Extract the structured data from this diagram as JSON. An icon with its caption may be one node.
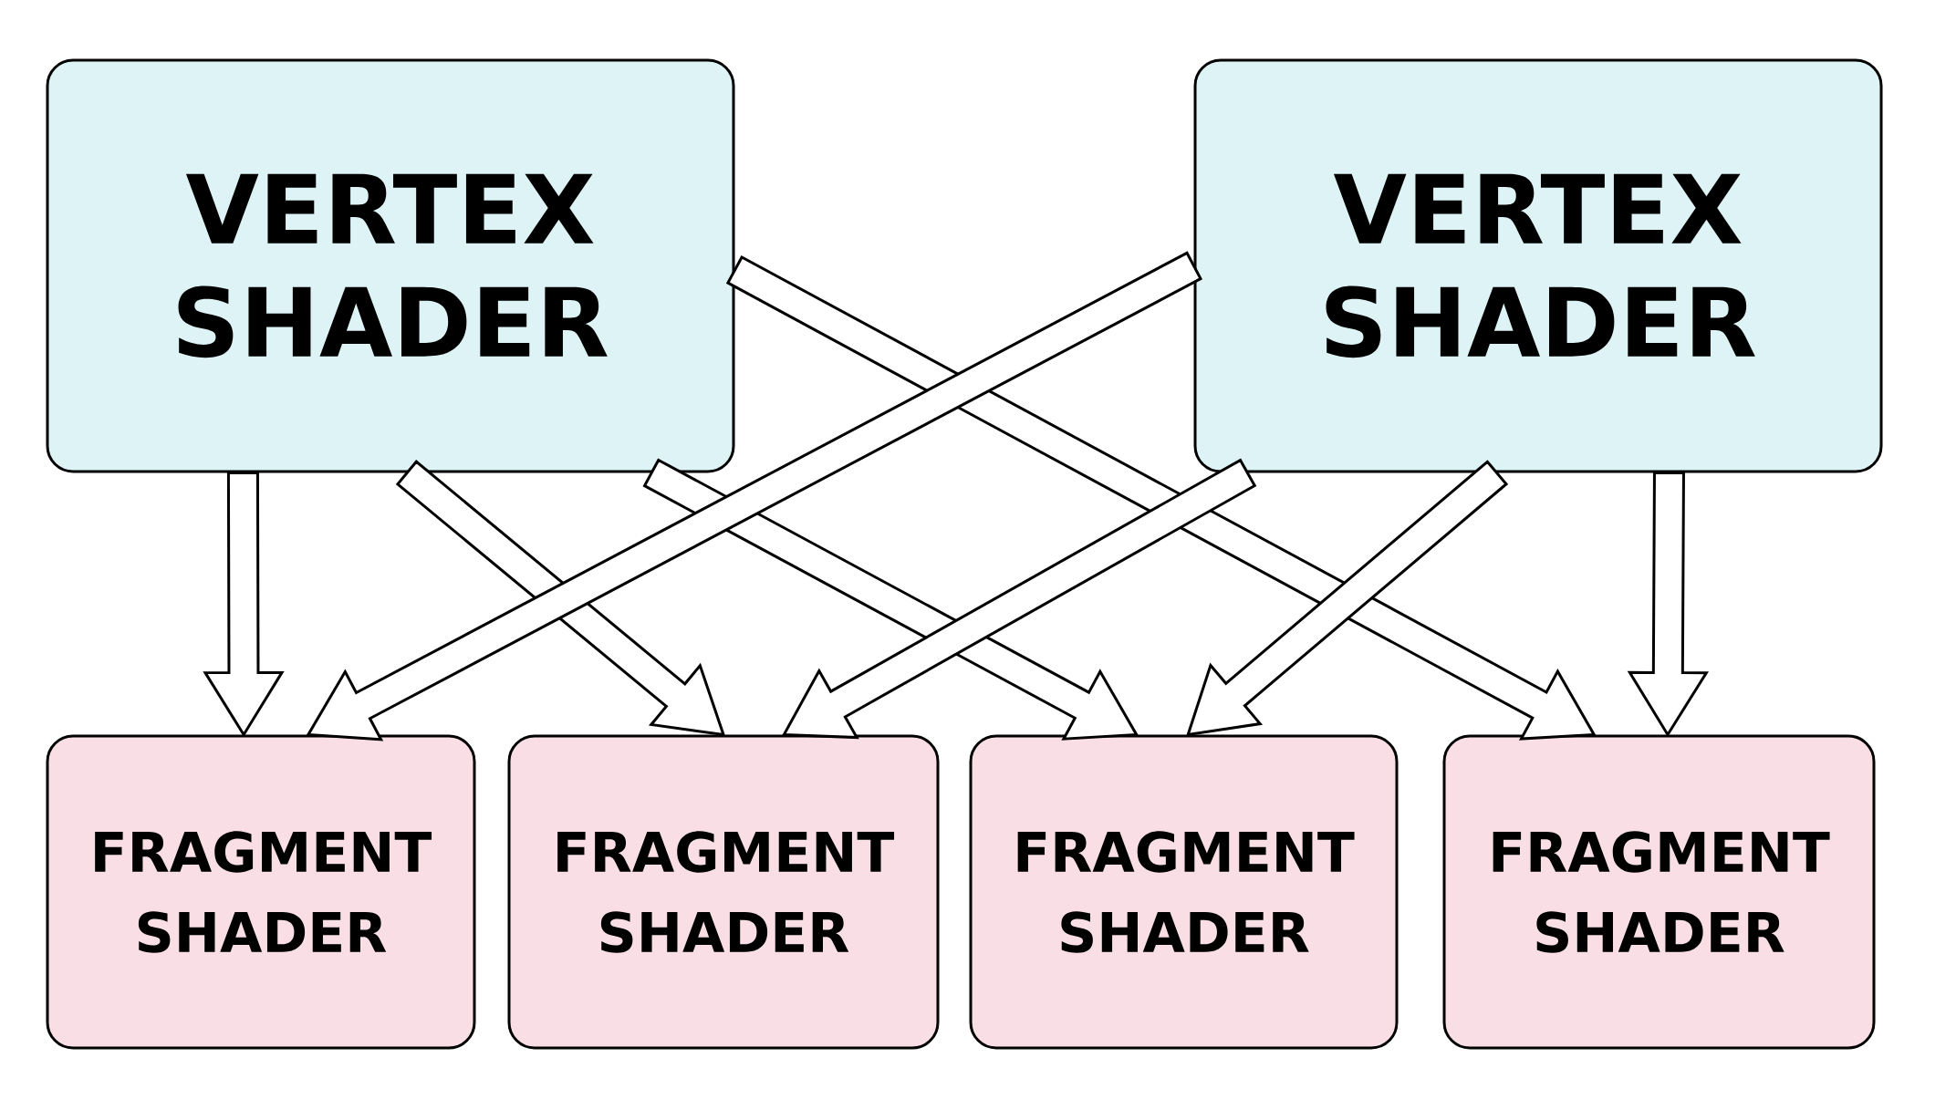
{
  "diagram": {
    "nodes": [
      {
        "text": [
          "VERTEX SHADER"
        ]
      },
      {
        "text": [
          "VERTEX SHADER"
        ]
      },
      {
        "text": [
          "FRAGMENT SHADER"
        ]
      },
      {
        "text": [
          "FRAGMENT SHADER"
        ]
      },
      {
        "text": [
          "FRAGMENT SHADER"
        ]
      },
      {
        "text": [
          "FRAGMENT SHADER"
        ]
      }
    ],
    "edges": [
      {
        "from": 0,
        "to": 2,
        "arrow": "to"
      },
      {
        "from": 0,
        "to": 3,
        "arrow": "to"
      },
      {
        "from": 0,
        "to": 4,
        "arrow": "to"
      },
      {
        "from": 0,
        "to": 5,
        "arrow": "to"
      },
      {
        "from": 1,
        "to": 2,
        "arrow": "to"
      },
      {
        "from": 1,
        "to": 3,
        "arrow": "to"
      },
      {
        "from": 1,
        "to": 4,
        "arrow": "to"
      },
      {
        "from": 1,
        "to": 5,
        "arrow": "to"
      }
    ]
  }
}
